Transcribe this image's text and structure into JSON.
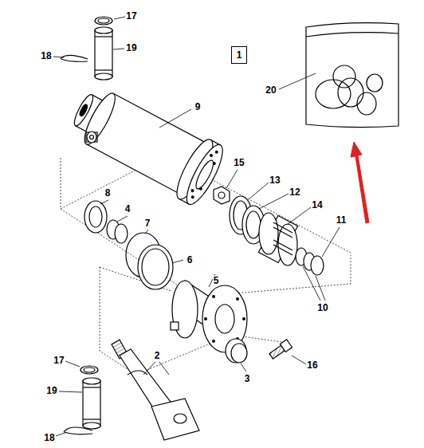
{
  "diagram": {
    "nodes": [
      {
        "text": [
          "1"
        ]
      }
    ],
    "labels": [
      "17",
      "19",
      "18",
      "20",
      "9",
      "15",
      "13",
      "12",
      "14",
      "11",
      "10",
      "8",
      "4",
      "7",
      "6",
      "5",
      "3",
      "16",
      "2",
      "17",
      "19",
      "18"
    ]
  }
}
